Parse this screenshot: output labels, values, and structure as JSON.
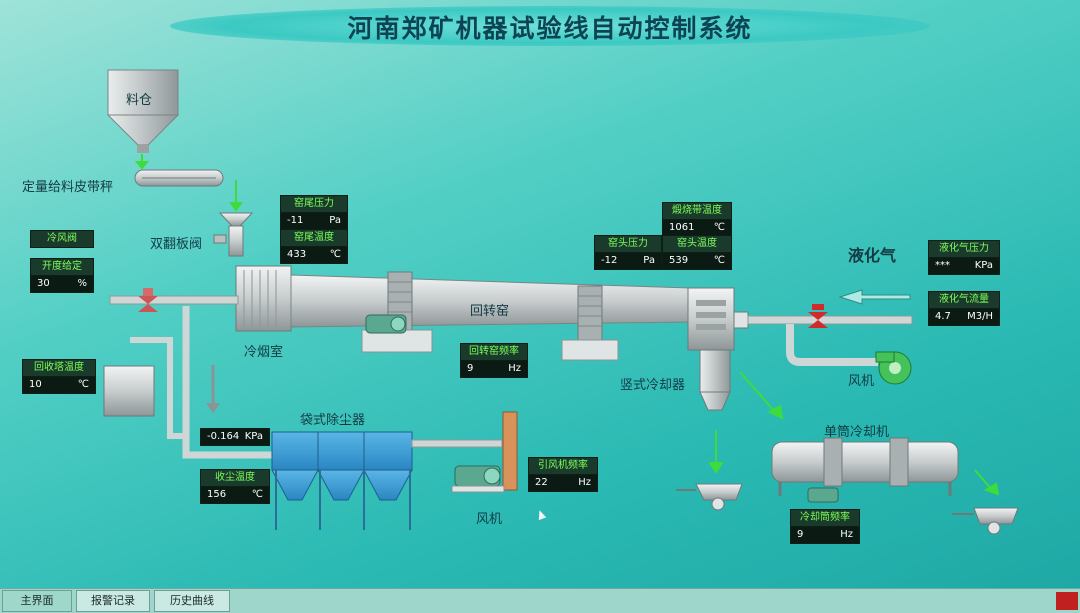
{
  "title": "河南郑矿机器试验线自动控制系统",
  "labels": {
    "hopper": "料仓",
    "feeder": "定量给料皮带秤",
    "double_valve": "双翻板阀",
    "smoke_chamber": "冷烟室",
    "kiln": "回转窑",
    "vertical_cooler": "竖式冷却器",
    "lpg": "液化气",
    "fan_right": "风机",
    "bag_filter": "袋式除尘器",
    "fan_bottom": "风机",
    "single_cooler": "单筒冷却机"
  },
  "panels": {
    "kiln_tail_pressure": {
      "label": "窑尾压力",
      "value": "-11",
      "unit": "Pa"
    },
    "kiln_tail_temp": {
      "label": "窑尾温度",
      "value": "433",
      "unit": "℃"
    },
    "cold_air_valve": {
      "label": "冷风阀"
    },
    "opening_set": {
      "label": "开度给定",
      "value": "30",
      "unit": "%"
    },
    "calcination_temp": {
      "label": "煅烧带温度",
      "value": "1061",
      "unit": "℃"
    },
    "kiln_head_pressure": {
      "label": "窑头压力",
      "value": "-12",
      "unit": "Pa"
    },
    "kiln_head_temp": {
      "label": "窑头温度",
      "value": "539",
      "unit": "℃"
    },
    "lpg_pressure": {
      "label": "液化气压力",
      "value": "***",
      "unit": "KPa"
    },
    "lpg_flow": {
      "label": "液化气流量",
      "value": "4.7",
      "unit": "M3/H"
    },
    "tower_temp": {
      "label": "回收塔温度",
      "value": "10",
      "unit": "℃"
    },
    "kiln_freq": {
      "label": "回转窑频率",
      "value": "9",
      "unit": "Hz"
    },
    "filter_pressure": {
      "value": "-0.164",
      "unit": "KPa"
    },
    "dust_temp": {
      "label": "收尘温度",
      "value": "156",
      "unit": "℃"
    },
    "fan_freq": {
      "label": "引风机频率",
      "value": "22",
      "unit": "Hz"
    },
    "cooler_freq": {
      "label": "冷却筒频率",
      "value": "9",
      "unit": "Hz"
    }
  },
  "tabs": [
    {
      "label": "主界面",
      "active": true
    },
    {
      "label": "报警记录",
      "active": false
    },
    {
      "label": "历史曲线",
      "active": false
    }
  ],
  "colors": {
    "panel_header_text": "#7cff5a",
    "panel_bg": "#1a3a2c",
    "arrow_green": "#3ddc3a",
    "pipe_gray": "#cfd6d6"
  }
}
